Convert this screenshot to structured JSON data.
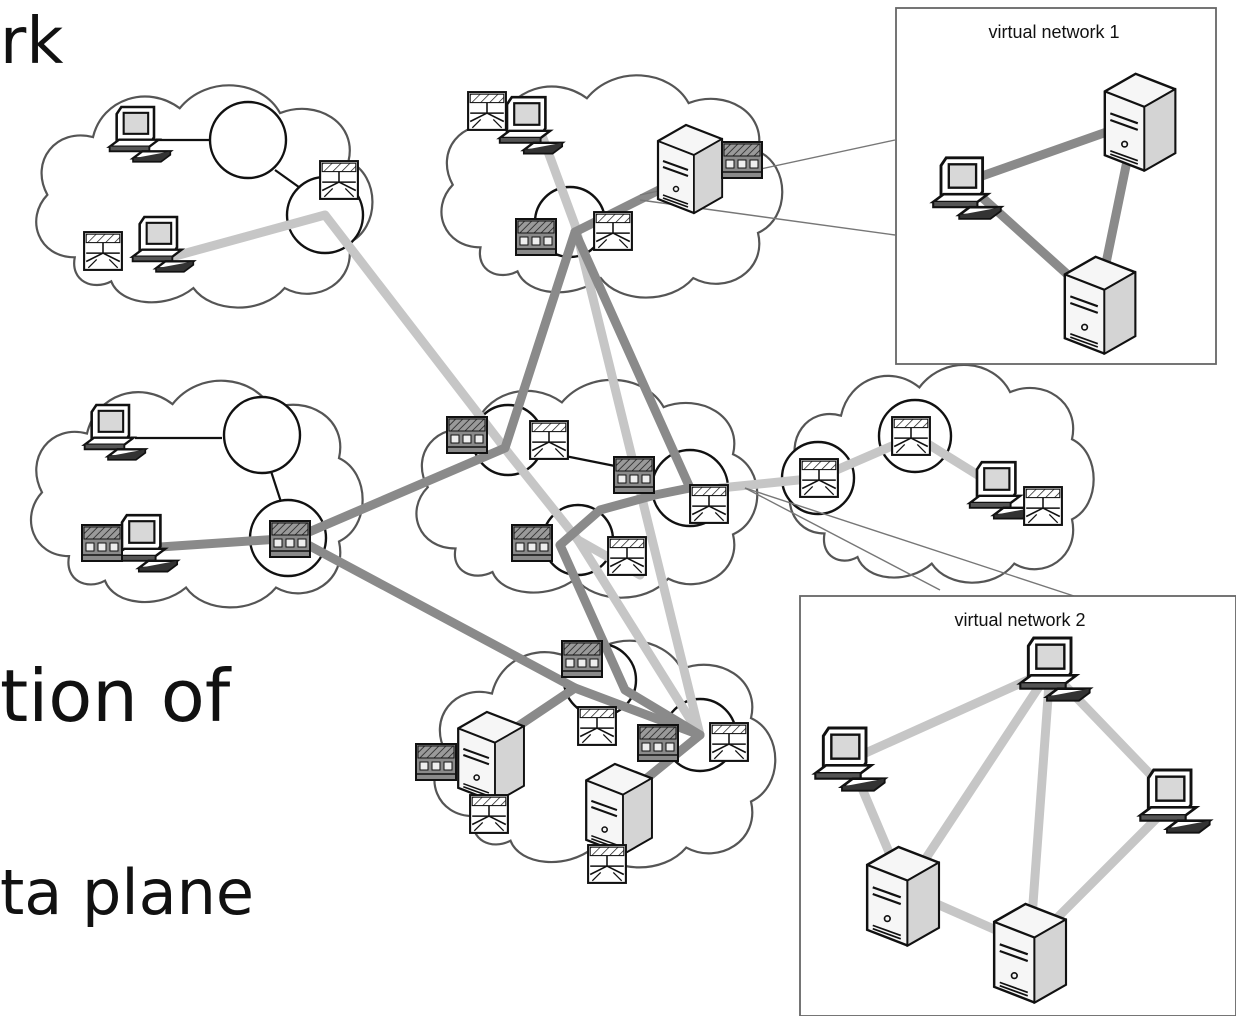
{
  "slide_text": {
    "fragment_top": "rk",
    "fragment_mid": "tion of",
    "fragment_bottom": "ta plane"
  },
  "inset_1": {
    "title": "virtual network 1"
  },
  "inset_2": {
    "title": "virtual network 2"
  },
  "colors": {
    "virtual_network_1_links": "#8a8a8a",
    "virtual_network_2_links": "#c6c6c6",
    "physical_links": "#111111",
    "cloud_outline": "#666666",
    "switch_fill": "#7a7a7a"
  }
}
